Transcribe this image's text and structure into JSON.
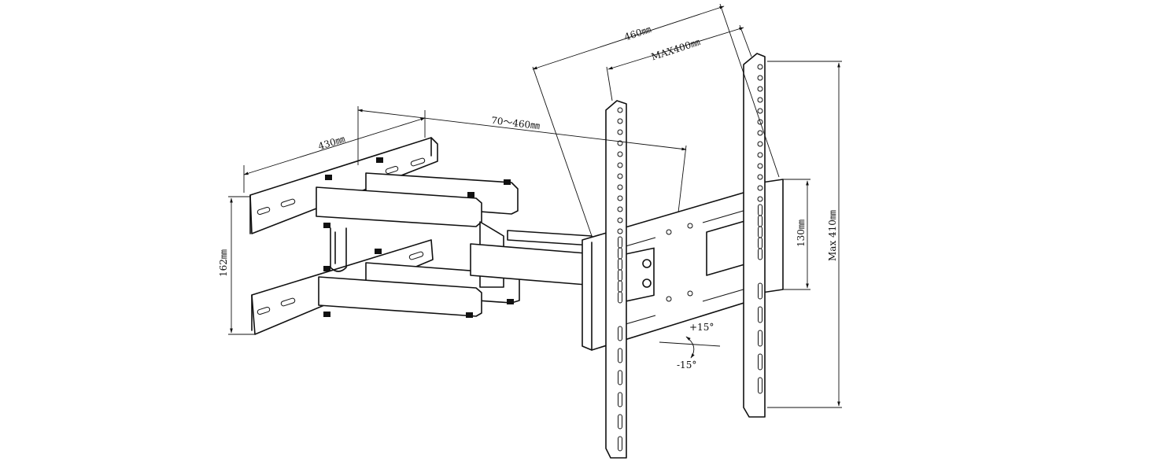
{
  "dimensions": {
    "wall_plate_width": "430㎜",
    "wall_plate_height": "162㎜",
    "extension": "70～460㎜",
    "plate_width": "460㎜",
    "max_vesa_horizontal": "MAX400㎜",
    "arm_height": "130㎜",
    "max_vesa_vertical": "Max 410㎜",
    "tilt_up": "+15°",
    "tilt_down": "-15°"
  }
}
